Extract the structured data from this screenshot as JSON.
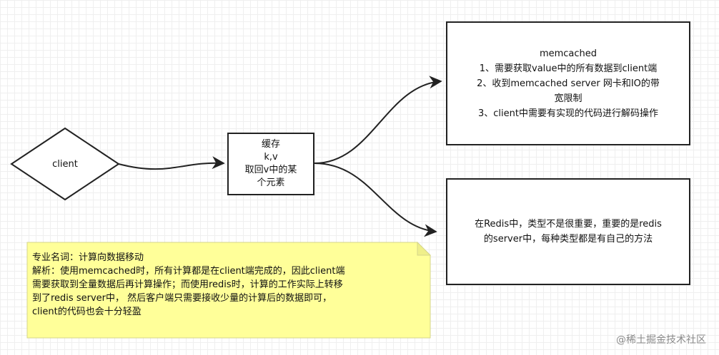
{
  "diagram": {
    "client_label": "client",
    "cache_text": "缓存\nk,v\n取回v中的某\n个元素",
    "memcached_text": "memcached\n1、需要获取value中的所有数据到client端\n2、收到memcached server 网卡和IO的带\n宽限制\n3、client中需要有实现的代码进行解码操作",
    "redis_text": "在Redis中，类型不是很重要，重要的是redis\n的server中，每种类型都是有自己的方法",
    "note_text": "专业名词：计算向数据移动\n解析：使用memcached时，所有计算都是在client端完成的，因此client端\n需要获取到全量数据后再计算操作；而使用redis时，计算的工作实际上转移\n到了redis server中， 然后客户端只需要接收少量的计算后的数据即可，\nclient的代码也会十分轻盈"
  },
  "watermark": {
    "text": "@稀土掘金技术社区"
  },
  "colors": {
    "note_fill": "#ffff99",
    "note_border": "#d6d68a",
    "stroke": "#222222"
  }
}
